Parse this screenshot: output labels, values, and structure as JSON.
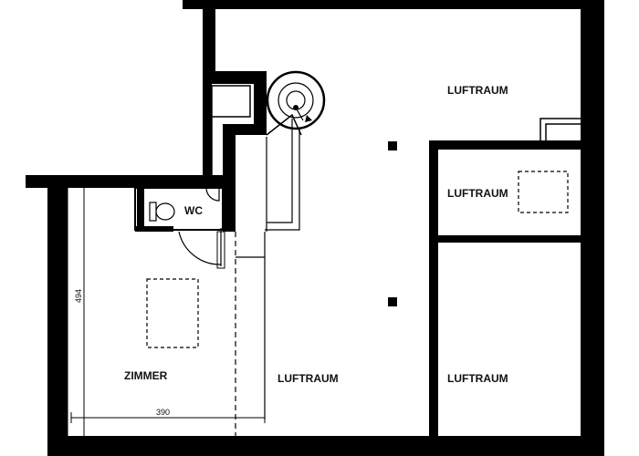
{
  "rooms": {
    "luftraum_top": "LUFTRAUM",
    "luftraum_right_upper": "LUFTRAUM",
    "luftraum_right_lower": "LUFTRAUM",
    "luftraum_center": "LUFTRAUM",
    "zimmer": "ZIMMER",
    "wc": "WC"
  },
  "dimensions": {
    "width": "390",
    "height": "494"
  }
}
